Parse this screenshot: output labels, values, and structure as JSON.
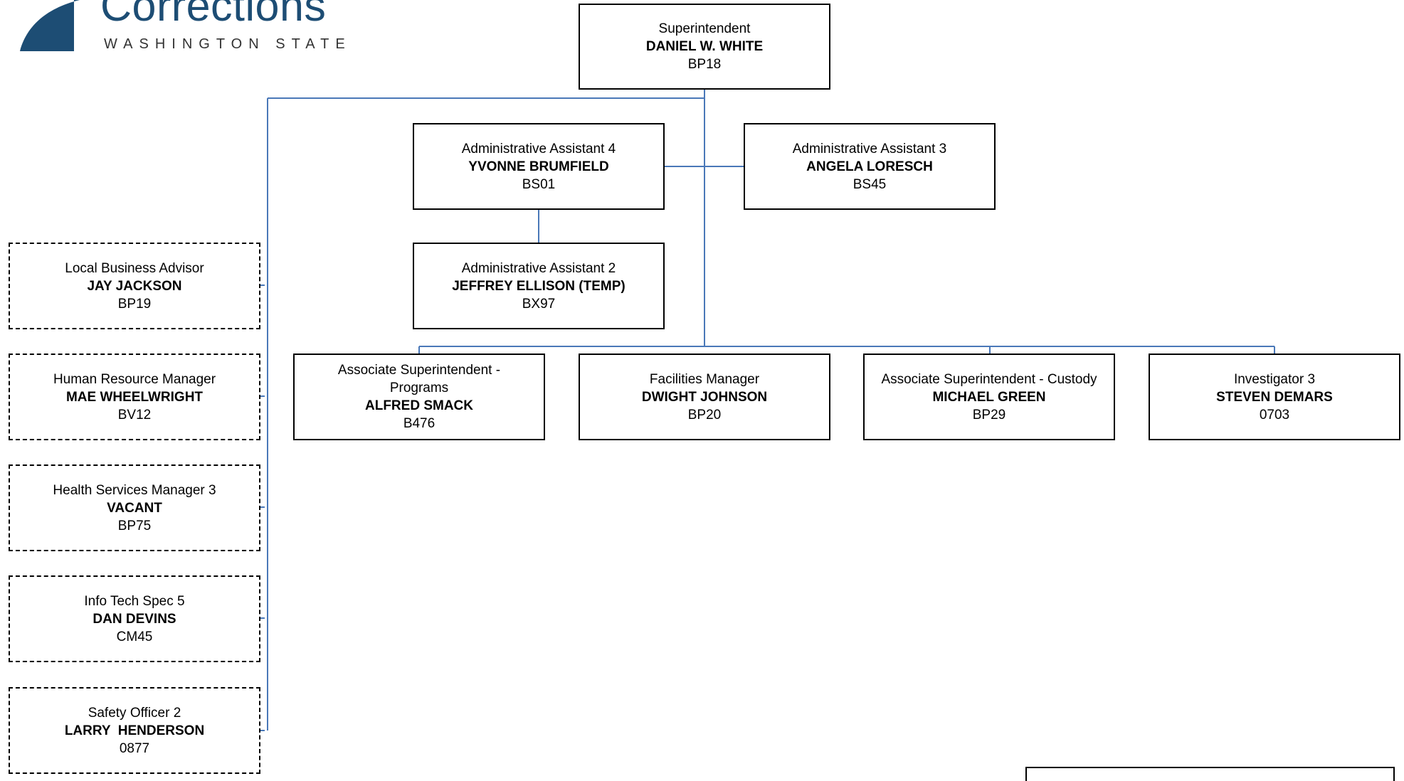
{
  "logo": {
    "wordmark": "Corrections",
    "subtitle": "WASHINGTON STATE",
    "brand_color": "#1d4d74"
  },
  "connector_color": "#4a78b8",
  "superintendent": {
    "title": "Superintendent",
    "name": "DANIEL W. WHITE",
    "code": "BP18"
  },
  "assistants": [
    {
      "title": "Administrative Assistant 4",
      "name": "YVONNE BRUMFIELD",
      "code": "BS01"
    },
    {
      "title": "Administrative Assistant 3",
      "name": "ANGELA LORESCH",
      "code": "BS45"
    },
    {
      "title": "Administrative Assistant 2",
      "name": "JEFFREY ELLISON (TEMP)",
      "code": "BX97"
    }
  ],
  "direct_reports": [
    {
      "title": "Associate Superintendent - Programs",
      "name": "ALFRED SMACK",
      "code": "B476"
    },
    {
      "title": "Facilities Manager",
      "name": "DWIGHT JOHNSON",
      "code": "BP20"
    },
    {
      "title": "Associate Superintendent - Custody",
      "name": "MICHAEL GREEN",
      "code": "BP29"
    },
    {
      "title": "Investigator 3",
      "name": "STEVEN DEMARS",
      "code": "0703"
    }
  ],
  "staff_positions": [
    {
      "title": "Local Business Advisor",
      "name": "JAY JACKSON",
      "code": "BP19"
    },
    {
      "title": "Human Resource Manager",
      "name": "MAE WHEELWRIGHT",
      "code": "BV12"
    },
    {
      "title": "Health Services Manager 3",
      "name": "VACANT",
      "code": "BP75"
    },
    {
      "title": "Info Tech Spec 5",
      "name": "DAN DEVINS",
      "code": "CM45"
    },
    {
      "title": "Safety Officer 2",
      "name": "LARRY  HENDERSON",
      "code": "0877"
    }
  ]
}
